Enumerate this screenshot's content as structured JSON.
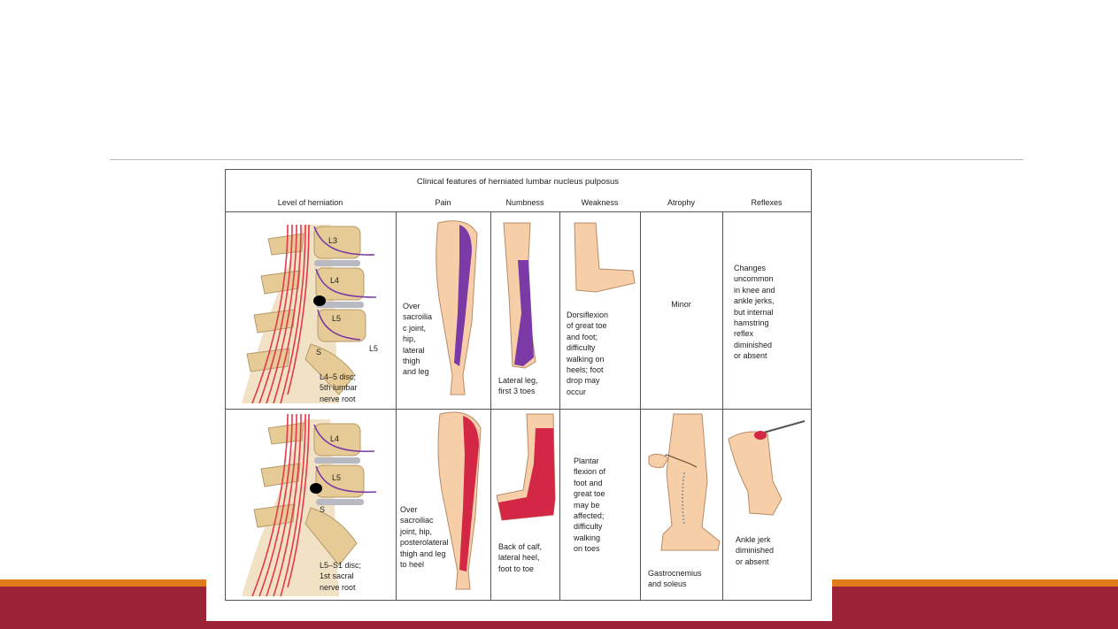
{
  "colors": {
    "footer_orange": "#e07b1c",
    "footer_maroon": "#9b2335",
    "rule": "#b8b8b8",
    "skin": "#f6cfa9",
    "bone": "#e6cb97",
    "disc": "#b9b9c4",
    "numbness_purple": "#7b3aa6",
    "pain_red": "#d42746",
    "nerve_red": "#e23a4a",
    "grid": "#555555"
  },
  "table": {
    "title": "Clinical features of herniated lumbar nucleus pulposus",
    "headers": {
      "level": "Level of herniation",
      "pain": "Pain",
      "numbness": "Numbness",
      "weakness": "Weakness",
      "atrophy": "Atrophy",
      "reflexes": "Reflexes"
    },
    "rows": [
      {
        "level": "L4–5 disc;\n5th lumbar\nnerve root",
        "vertebra_labels": [
          "L3",
          "L4",
          "L5",
          "L5",
          "S"
        ],
        "pain": "Over\nsacroilia\nc joint,\nhip,\nlateral\nthigh\nand leg",
        "numbness": "Lateral leg,\nfirst 3 toes",
        "weakness": "Dorsiflexion\nof great toe\nand foot;\ndifficulty\nwalking on\nheels; foot\ndrop may\noccur",
        "atrophy": "Minor",
        "reflexes": "Changes\nuncommon\nin knee and\nankle jerks,\nbut internal\nhamstring\nreflex\ndiminished\nor absent"
      },
      {
        "level": "L5–S1 disc;\n1st sacral\nnerve root",
        "vertebra_labels": [
          "L4",
          "L5",
          "S"
        ],
        "pain": "Over\nsacroiliac\njoint, hip,\nposterolateral\nthigh and leg\nto heel",
        "numbness": "Back of calf,\nlateral heel,\nfoot to toe",
        "weakness": "Plantar\nflexion of\nfoot and\ngreat toe\nmay be\naffected;\ndifficulty\nwalking\non toes",
        "atrophy": "Gastrocnemius\nand soleus",
        "reflexes": "Ankle jerk\ndiminished\nor absent"
      }
    ]
  }
}
